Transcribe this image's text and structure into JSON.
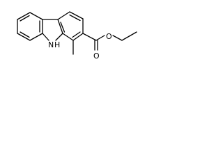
{
  "molecule": {
    "atoms": {
      "nitrogen": {
        "symbol": "N",
        "hydrogen": "H"
      },
      "carbonyl_oxygen": {
        "symbol": "O"
      },
      "ester_oxygen": {
        "symbol": "O"
      }
    },
    "bond_color": "#000000",
    "background": "#ffffff"
  }
}
